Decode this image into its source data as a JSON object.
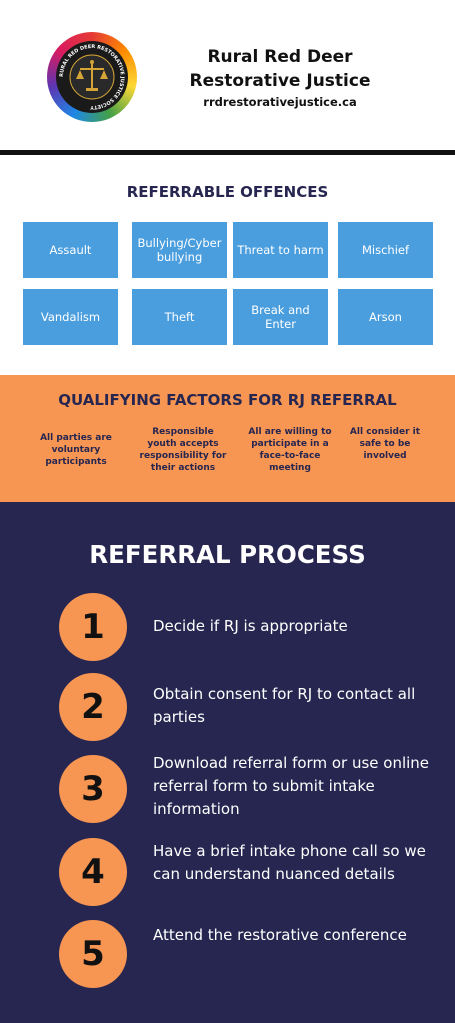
{
  "header": {
    "logo_icon": "rural-red-deer-restorative-justice-seal-logo",
    "logo_ring_text": "RURAL RED DEER RESTORATIVE JUSTICE SOCIETY",
    "org_name_line1": "Rural Red Deer",
    "org_name_line2": "Restorative Justice",
    "url": "rrdrestorativejustice.ca"
  },
  "offences": {
    "title": "REFERRABLE OFFENCES",
    "items": [
      "Assault",
      "Bullying/Cyber bullying",
      "Threat to harm",
      "Mischief",
      "Vandalism",
      "Theft",
      "Break and Enter",
      "Arson"
    ]
  },
  "factors": {
    "title": "QUALIFYING FACTORS FOR RJ  REFERRAL",
    "items": [
      "All parties are voluntary participants",
      "Responsible youth accepts responsibility for their actions",
      "All are willing to participate in a face-to-face meeting",
      "All consider it safe to be involved"
    ]
  },
  "process": {
    "title": "REFERRAL PROCESS",
    "steps": [
      {
        "number": "1",
        "text": "Decide if RJ is appropriate"
      },
      {
        "number": "2",
        "text": "Obtain consent for RJ to contact all parties"
      },
      {
        "number": "3",
        "text": "Download referral form or use online referral form to submit intake information"
      },
      {
        "number": "4",
        "text": "Have a brief intake phone call so we can understand nuanced details"
      },
      {
        "number": "5",
        "text": "Attend the restorative conference"
      }
    ]
  },
  "colors": {
    "navy": "#262650",
    "orange": "#f79552",
    "tile_blue": "#4a9ede"
  }
}
